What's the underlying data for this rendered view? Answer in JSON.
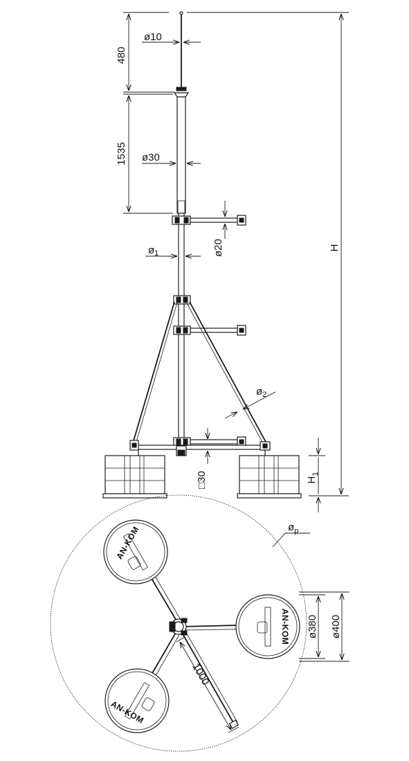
{
  "diagram": {
    "labels": {
      "d10": "ø10",
      "len480": "480",
      "len1535": "1535",
      "d30": "ø30",
      "d1_base": "ø",
      "d1_sub": "1",
      "d20": "ø20",
      "d2_base": "ø",
      "d2_sub": "2",
      "sq30": "□30",
      "H": "H",
      "H1_base": "H",
      "H1_sub": "1",
      "dp_base": "ø",
      "dp_sub": "p",
      "d380": "ø380",
      "d400": "ø400",
      "len1000": "1000",
      "brand_top": "AN-KOM",
      "brand_right": "AN-KOM",
      "brand_bottom": "AN-KOM"
    }
  }
}
